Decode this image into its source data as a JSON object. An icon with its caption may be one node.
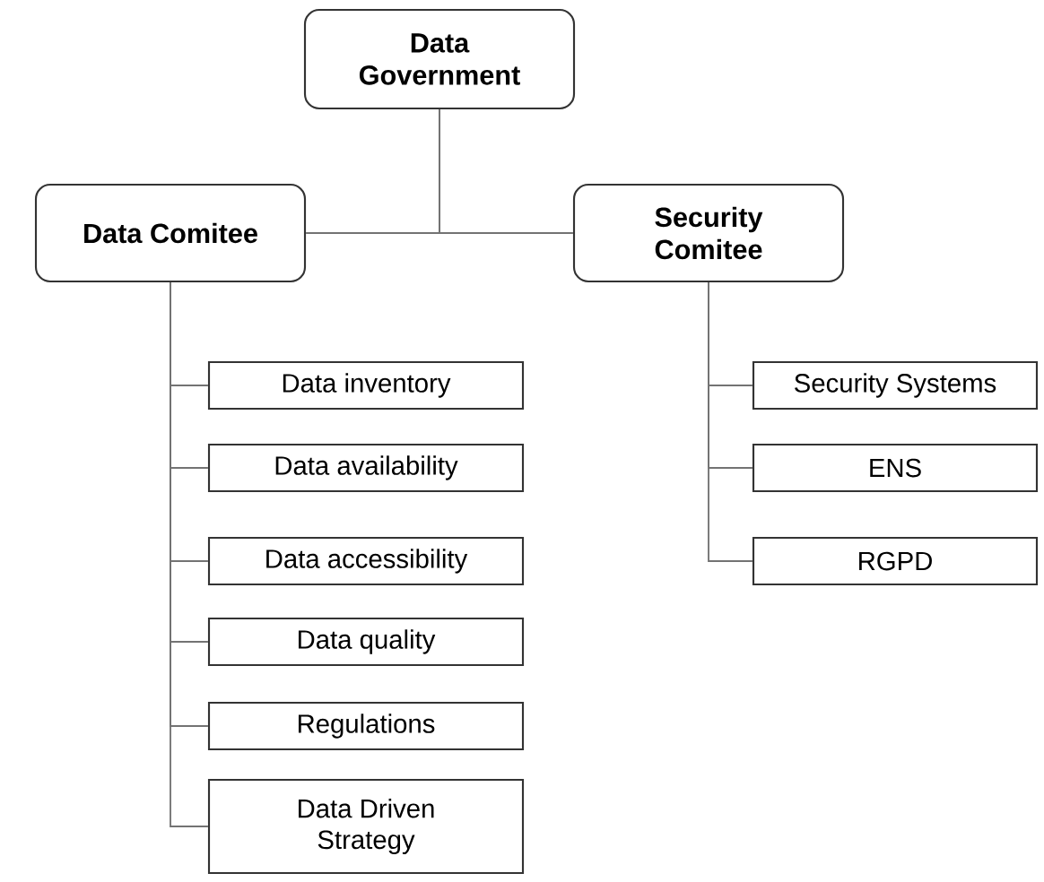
{
  "diagram": {
    "nodes": [
      {
        "text": [
          "Data Government"
        ]
      },
      {
        "text": [
          "Data Comitee"
        ]
      },
      {
        "text": [
          "Security Comitee"
        ]
      },
      {
        "text": [
          "Data inventory"
        ]
      },
      {
        "text": [
          "Data availability"
        ]
      },
      {
        "text": [
          "Data accessibility"
        ]
      },
      {
        "text": [
          "Data quality"
        ]
      },
      {
        "text": [
          "Regulations"
        ]
      },
      {
        "text": [
          "Data Driven Strategy"
        ]
      },
      {
        "text": [
          "Security Systems"
        ]
      },
      {
        "text": [
          "ENS"
        ]
      },
      {
        "text": [
          "RGPD"
        ]
      }
    ],
    "edges": [
      {
        "from": 0,
        "to": 1,
        "arrow": "none"
      },
      {
        "from": 0,
        "to": 2,
        "arrow": "none"
      },
      {
        "from": 1,
        "to": 3,
        "arrow": "none"
      },
      {
        "from": 1,
        "to": 4,
        "arrow": "none"
      },
      {
        "from": 1,
        "to": 5,
        "arrow": "none"
      },
      {
        "from": 1,
        "to": 6,
        "arrow": "none"
      },
      {
        "from": 1,
        "to": 7,
        "arrow": "none"
      },
      {
        "from": 1,
        "to": 8,
        "arrow": "none"
      },
      {
        "from": 2,
        "to": 9,
        "arrow": "none"
      },
      {
        "from": 2,
        "to": 10,
        "arrow": "none"
      },
      {
        "from": 2,
        "to": 11,
        "arrow": "none"
      }
    ]
  }
}
